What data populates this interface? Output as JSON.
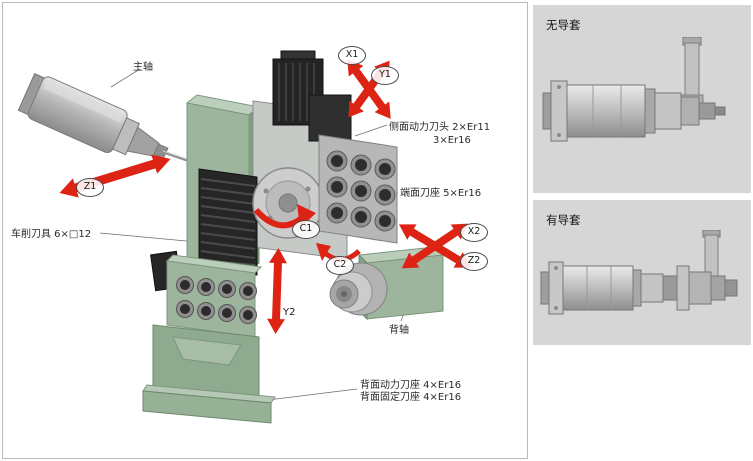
{
  "diagram": {
    "labels": {
      "main_spindle": "主轴",
      "side_power_head_line1": "侧面动力刀头 2×Er11",
      "side_power_head_line2": "3×Er16",
      "face_tool_holder": "端面刀座 5×Er16",
      "turning_tools": "车削刀具 6×□12",
      "back_spindle": "背轴",
      "back_power_holder": "背面动力刀座 4×Er16",
      "back_fixed_holder": "背面固定刀座 4×Er16"
    },
    "axes": {
      "z1": "Z1",
      "x1": "X1",
      "y1": "Y1",
      "c1": "C1",
      "c2": "C2",
      "x2": "X2",
      "z2": "Z2",
      "y2": "Y2"
    }
  },
  "side_panels": {
    "no_bushing": {
      "title": "无导套"
    },
    "with_bushing": {
      "title": "有导套"
    }
  },
  "colors": {
    "arrow_red": "#dd2314",
    "machine_green": "#9cb59c",
    "panel_grey": "#d6d6d6"
  }
}
